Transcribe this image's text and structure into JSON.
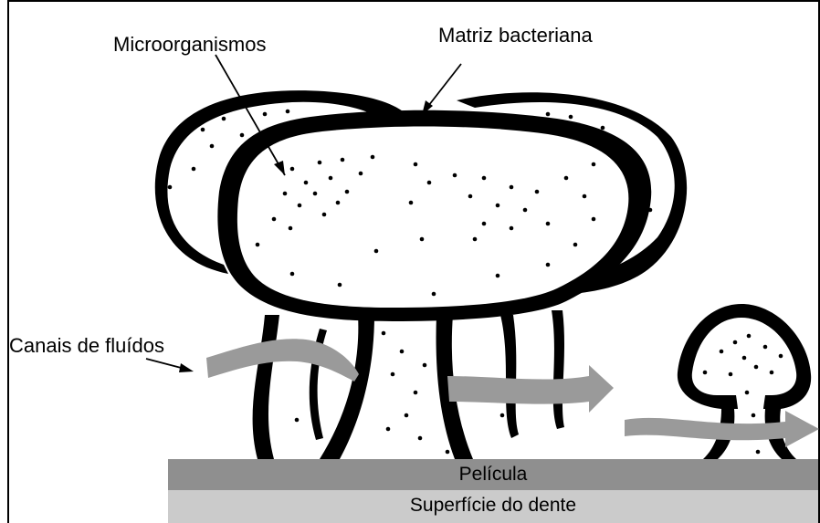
{
  "labels": {
    "microorganisms": "Microorganismos",
    "matrix": "Matriz bacteriana",
    "channels": "Canais de fluídos",
    "pellicle": "Película",
    "tooth_surface": "Superfície do dente"
  },
  "colors": {
    "outline": "#000000",
    "pellicle": "#8f8f8f",
    "tooth_surface": "#cbcbcb",
    "fluid_arrow": "#9a9a9a",
    "background": "#ffffff"
  }
}
